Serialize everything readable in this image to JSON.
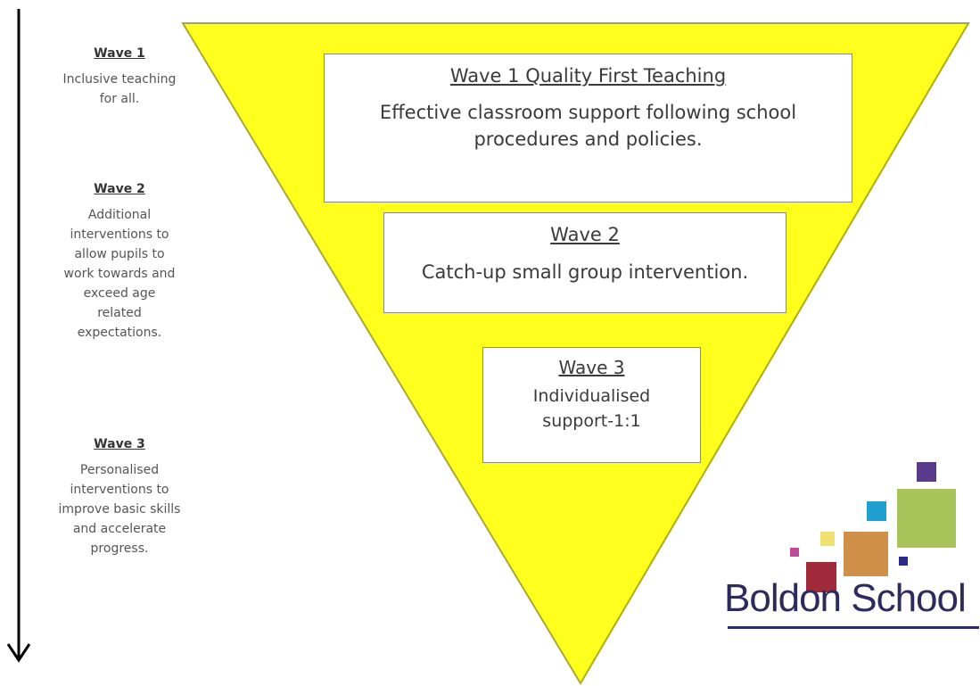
{
  "side_notes": [
    {
      "heading": "Wave 1",
      "lines": [
        "Inclusive teaching",
        "for all."
      ]
    },
    {
      "heading": "Wave 2",
      "lines": [
        "Additional",
        "interventions to",
        "allow pupils to",
        "work towards and",
        "exceed age",
        "related",
        "expectations."
      ]
    },
    {
      "heading": "Wave 3",
      "lines": [
        "Personalised",
        "interventions to",
        "improve basic skills",
        "and accelerate",
        "progress."
      ]
    }
  ],
  "boxes": [
    {
      "title": "Wave 1 Quality First Teaching",
      "lines": [
        "Effective classroom support following school",
        "procedures and policies."
      ]
    },
    {
      "title": "Wave 2",
      "lines": [
        "Catch-up small group intervention."
      ]
    },
    {
      "title": "Wave 3",
      "lines": [
        "Individualised",
        "support-1:1"
      ]
    }
  ],
  "logo": {
    "text": "Boldon School",
    "colors": {
      "purple": "#5a3a8a",
      "cyan": "#1fa0d0",
      "green": "#a8c45a",
      "orange": "#d0904a",
      "yellow": "#f0e070",
      "magenta": "#c04a9a",
      "red": "#a02a3a",
      "navy": "#2a2a8a"
    }
  },
  "colors": {
    "triangle_fill": "#ffff1e",
    "triangle_stroke": "#aaaa30"
  }
}
